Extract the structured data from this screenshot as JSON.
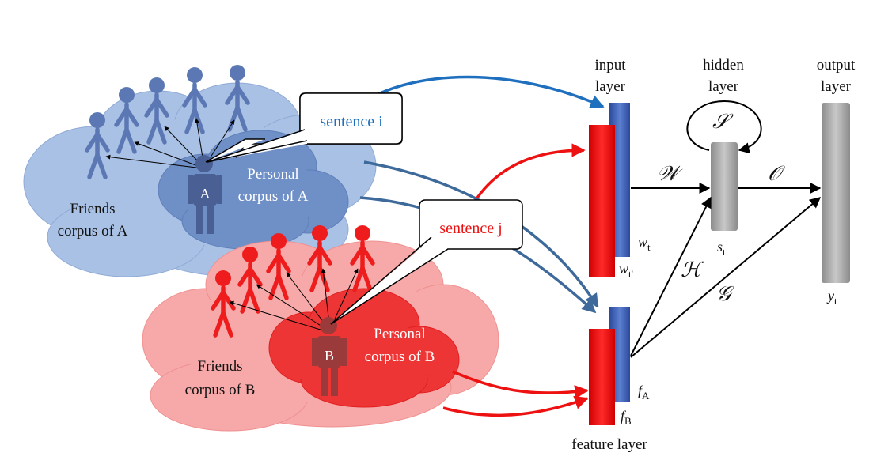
{
  "user_a": {
    "friends_label_1": "Friends",
    "friends_label_2": "corpus of A",
    "personal_label_1": "Personal",
    "personal_label_2": "corpus of A",
    "letter": "A",
    "sentence": "sentence i"
  },
  "user_b": {
    "friends_label_1": "Friends",
    "friends_label_2": "corpus of B",
    "personal_label_1": "Personal",
    "personal_label_2": "corpus of B",
    "letter": "B",
    "sentence": "sentence j"
  },
  "network": {
    "input_label_1": "input",
    "input_label_2": "layer",
    "hidden_label_1": "hidden",
    "hidden_label_2": "layer",
    "output_label_1": "output",
    "output_label_2": "layer",
    "feature_label": "feature layer",
    "w_t": "w",
    "w_t_sub": "t",
    "w_tp": "w",
    "w_tp_sub": "t'",
    "s_t": "s",
    "s_t_sub": "t",
    "y_t": "y",
    "y_t_sub": "t",
    "f_a": "f",
    "f_a_sub": "A",
    "f_b": "f",
    "f_b_sub": "B",
    "W": "𝒲",
    "S": "𝒮",
    "O": "𝒪",
    "H": "ℋ",
    "G": "𝒢"
  },
  "colors": {
    "blue_people": "#5b78b4",
    "red_people": "#ee1c1c",
    "cloud_a_outer": "#a9c1e4",
    "cloud_a_inner": "#6f8fc7",
    "cloud_b_outer": "#f7a9a9",
    "cloud_b_inner": "#ee3535",
    "input_blue": "#3a5bb0",
    "input_red": "#ee1111",
    "gray_bar": "#a6a6a6",
    "arrow_blue": "#1f6fbf",
    "arrow_steel": "#3d6a9a",
    "arrow_red": "#ee1111"
  }
}
